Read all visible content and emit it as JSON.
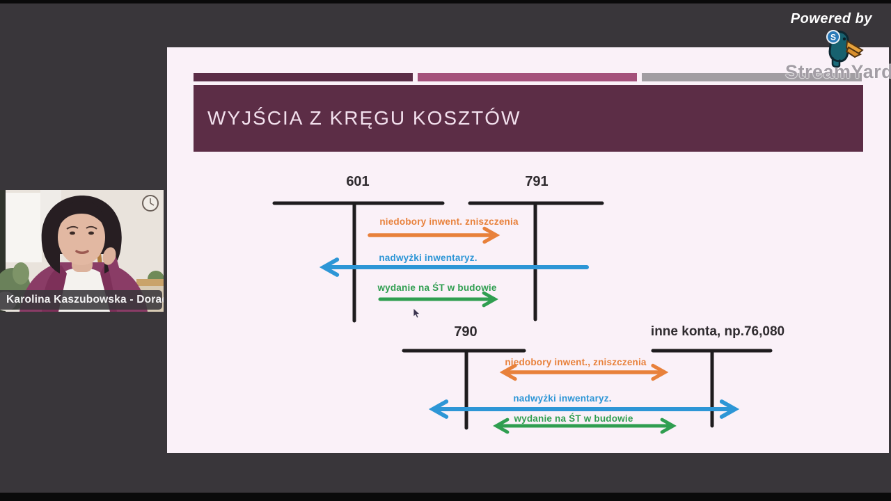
{
  "branding": {
    "powered_by": "Powered by",
    "logo_text": "StreamYard",
    "logo_icon": "duck-icon",
    "logo_colors": {
      "head": "#17616f",
      "beak": "#e8a33c",
      "badge": "#2a7ab8"
    }
  },
  "webcam": {
    "name_label": "Karolina Kaszubowska - Doradca...",
    "scene": "presenter in purple cardigan, bright room, wall clock"
  },
  "slide": {
    "title": "WYJŚCIA Z KRĘGU KOSZTÓW",
    "title_bg": "#5c2d46",
    "slide_bg": "#faf1f8",
    "accounts": {
      "a601": "601",
      "a791": "791",
      "a790": "790",
      "other": "inne konta, np.76,080"
    },
    "flows_top": [
      {
        "label": "niedobory inwent. zniszczenia",
        "color": "#e8813b",
        "direction": "right"
      },
      {
        "label": "nadwyżki inwentaryz.",
        "color": "#2d96d6",
        "direction": "left"
      },
      {
        "label": "wydanie na ŚT w budowie",
        "color": "#2f9e50",
        "direction": "right"
      }
    ],
    "flows_bottom": [
      {
        "label": "niedobory inwent., zniszczenia",
        "color": "#e8813b",
        "direction": "both"
      },
      {
        "label": "nadwyżki inwentaryz.",
        "color": "#2d96d6",
        "direction": "both"
      },
      {
        "label": "wydanie na ŚT w budowie",
        "color": "#2f9e50",
        "direction": "both"
      }
    ]
  },
  "colors": {
    "stage_bg": "#39363a",
    "letterbox": "#0a0a0a",
    "deco_bar_1": "#5b2d47",
    "deco_bar_2": "#a4517b",
    "deco_bar_3": "#a19da2",
    "line_black": "#1e1c1e"
  }
}
